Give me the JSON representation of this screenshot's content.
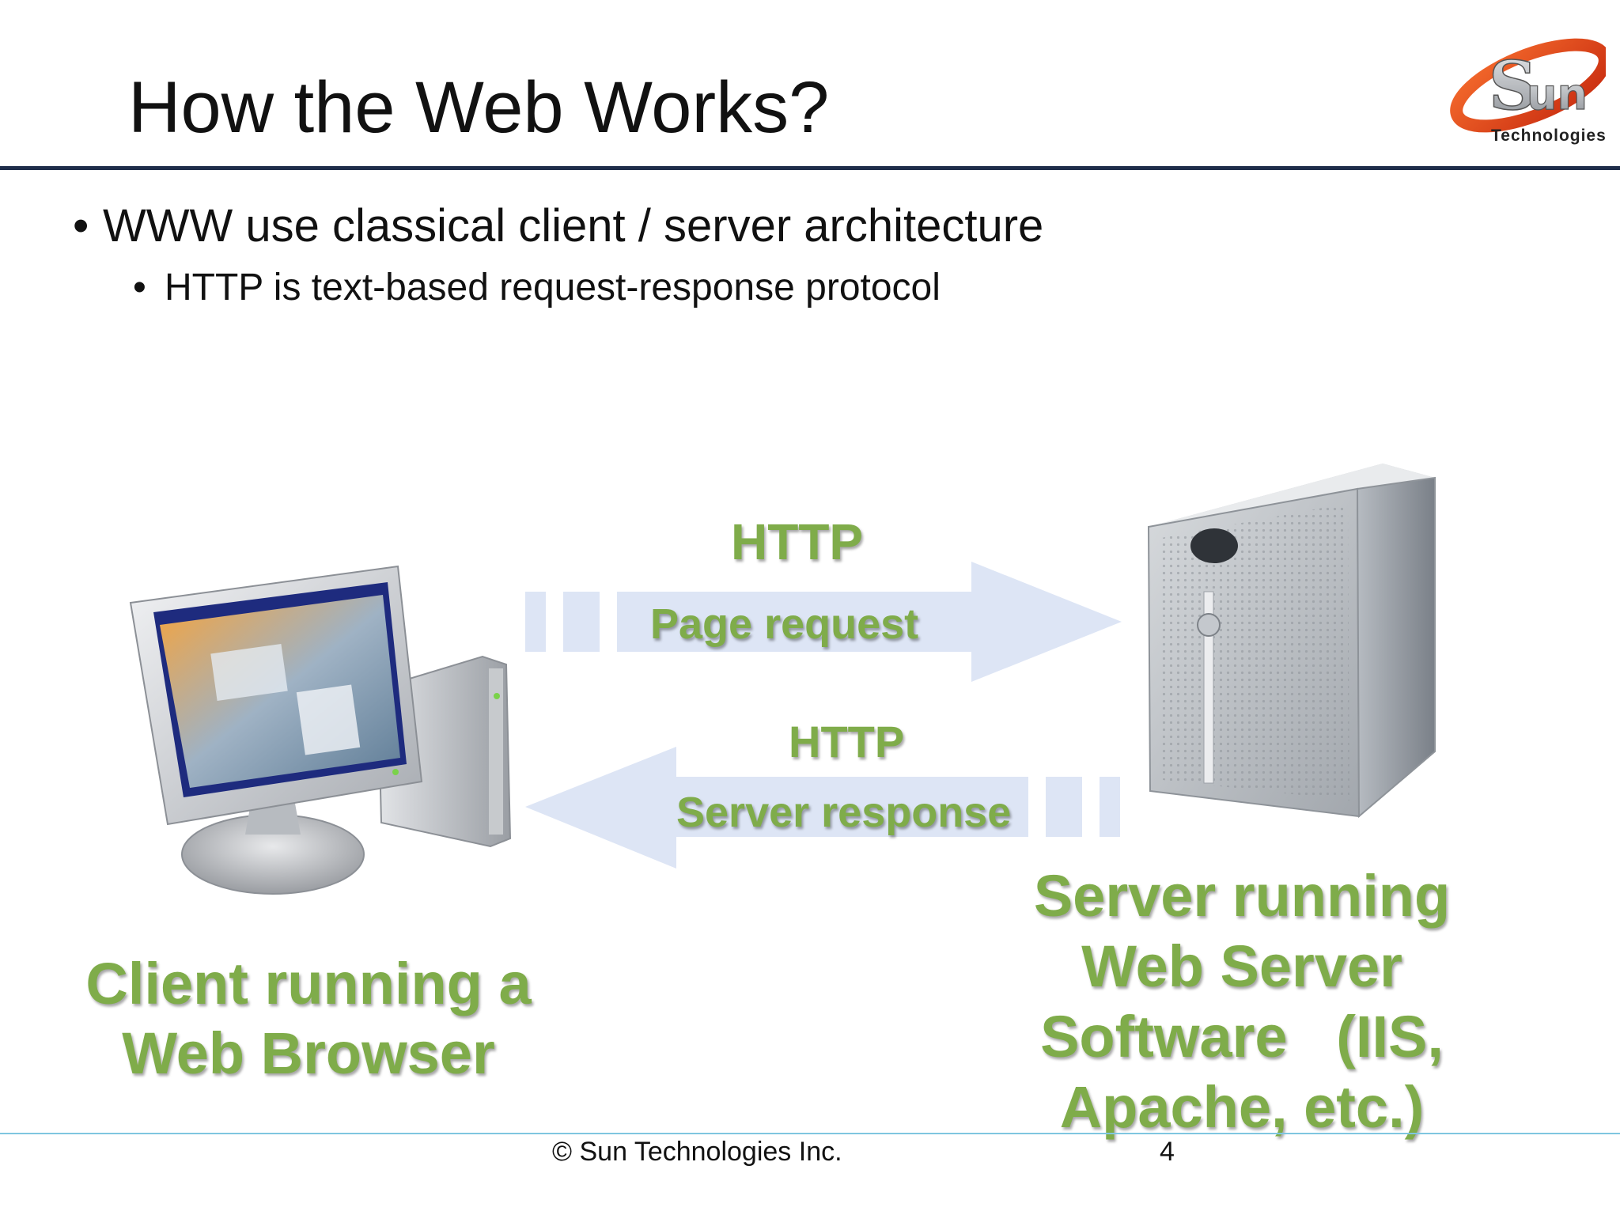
{
  "slide": {
    "title": "How the Web Works?",
    "bullets": {
      "level1": "WWW use classical client / server architecture",
      "level2": "HTTP is text-based request-response protocol",
      "bullet_glyph": "•"
    },
    "logo": {
      "text": "Technologies",
      "icon": "sun-technologies-logo-icon",
      "colors": {
        "swoosh": "#e8431c",
        "letters": "#b9bcc1"
      }
    },
    "diagram": {
      "request": {
        "protocol": "HTTP",
        "label": "Page request"
      },
      "response": {
        "protocol": "HTTP",
        "label": "Server response"
      },
      "client": {
        "line1": "Client running a",
        "line2": "Web Browser",
        "icon": "desktop-computer-icon"
      },
      "server": {
        "line1": "Server running",
        "line2": "Web Server",
        "line3": "Software   (IIS,",
        "line4": "Apache, etc.)",
        "icon": "server-tower-icon"
      },
      "colors": {
        "label_green": "#7fac4a",
        "arrow_fill": "#dde5f5"
      }
    },
    "footer": {
      "copyright": "© Sun Technologies Inc.",
      "page_number": "4"
    },
    "colors": {
      "title_rule": "#1f2d4a",
      "footer_rule": "#7fc6e0"
    }
  }
}
